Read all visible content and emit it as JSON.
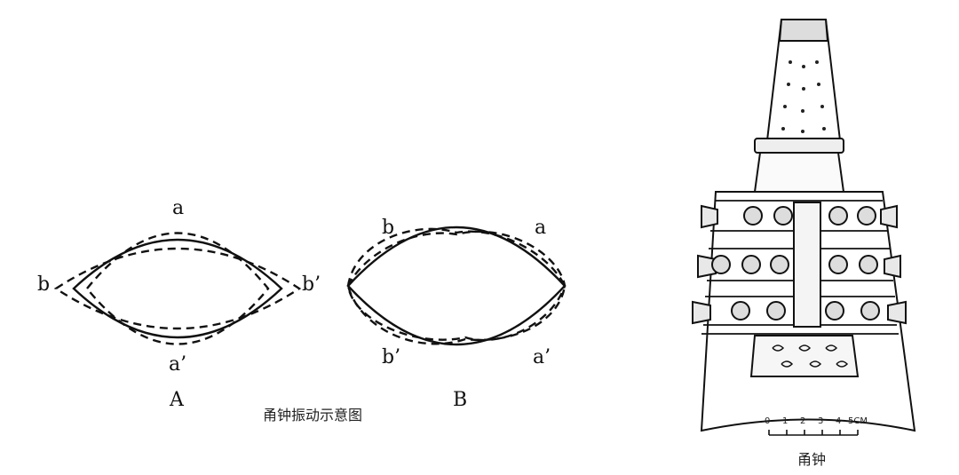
{
  "diagram_A": {
    "label_top": "a",
    "label_bottom": "a’",
    "label_left": "b",
    "label_right": "b’",
    "panel_letter": "A"
  },
  "diagram_B": {
    "label_top_left": "b",
    "label_top_right": "a",
    "label_bottom_left": "b’",
    "label_bottom_right": "a’",
    "panel_letter": "B"
  },
  "vibration_caption": "甬钟振动示意图",
  "bell": {
    "caption": "甬钟",
    "scale_ticks": [
      "0",
      "1",
      "2",
      "3",
      "4",
      "5CM"
    ]
  },
  "colors": {
    "ink": "#111111",
    "background": "#ffffff"
  }
}
